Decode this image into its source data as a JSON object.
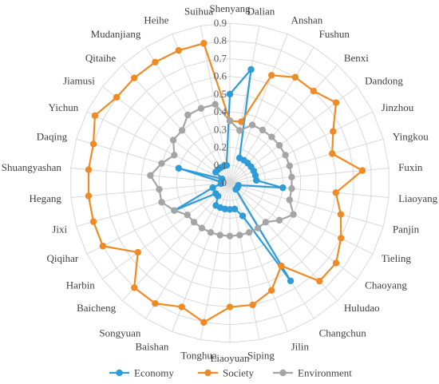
{
  "chart_data": {
    "type": "radar",
    "categories": [
      "Shenyang",
      "Dalian",
      "Anshan",
      "Fushun",
      "Benxi",
      "Dandong",
      "Jinzhou",
      "Yingkou",
      "Fuxin",
      "Liaoyang",
      "Panjin",
      "Tieling",
      "Chaoyang",
      "Huludao",
      "Changchun",
      "Jilin",
      "Siping",
      "Liaoyuan",
      "Tonghua",
      "Baishan",
      "Songyuan",
      "Baicheng",
      "Harbin",
      "Qiqihar",
      "Jixi",
      "Hegang",
      "Shuangyashan",
      "Daqing",
      "Yichun",
      "Jiamusi",
      "Qitaihe",
      "Mudanjiang",
      "Heihe",
      "Suihua"
    ],
    "ticks": [
      "0",
      "0.1",
      "0.2",
      "0.3",
      "0.4",
      "0.5",
      "0.6",
      "0.7",
      "0.8",
      "0.9"
    ],
    "rlim": [
      0,
      0.9
    ],
    "grid": true,
    "legend_position": "bottom",
    "series": [
      {
        "name": "Economy",
        "color": "#2E9CD8",
        "values": [
          0.5,
          0.65,
          0.15,
          0.15,
          0.15,
          0.15,
          0.15,
          0.15,
          0.15,
          0.3,
          0.05,
          0.05,
          0.05,
          0.05,
          0.65,
          0.2,
          0.15,
          0.15,
          0.15,
          0.15,
          0.15,
          0.1,
          0.1,
          0.35,
          0.1,
          0.05,
          0.05,
          0.3,
          0.05,
          0.1,
          0.1,
          0.1,
          0.1,
          0.1
        ]
      },
      {
        "name": "Society",
        "color": "#F08A24",
        "values": [
          0.35,
          0.35,
          0.65,
          0.7,
          0.7,
          0.75,
          0.65,
          0.6,
          0.75,
          0.6,
          0.65,
          0.7,
          0.75,
          0.75,
          0.55,
          0.65,
          0.7,
          0.7,
          0.8,
          0.75,
          0.8,
          0.8,
          0.65,
          0.8,
          0.8,
          0.8,
          0.8,
          0.8,
          0.85,
          0.8,
          0.8,
          0.8,
          0.8,
          0.8
        ]
      },
      {
        "name": "Environment",
        "color": "#A5A5A5",
        "values": [
          0.35,
          0.3,
          0.35,
          0.35,
          0.35,
          0.35,
          0.35,
          0.35,
          0.35,
          0.35,
          0.35,
          0.4,
          0.35,
          0.3,
          0.3,
          0.3,
          0.3,
          0.3,
          0.3,
          0.3,
          0.3,
          0.3,
          0.3,
          0.35,
          0.4,
          0.4,
          0.45,
          0.4,
          0.35,
          0.4,
          0.4,
          0.45,
          0.45,
          0.45
        ]
      }
    ]
  }
}
